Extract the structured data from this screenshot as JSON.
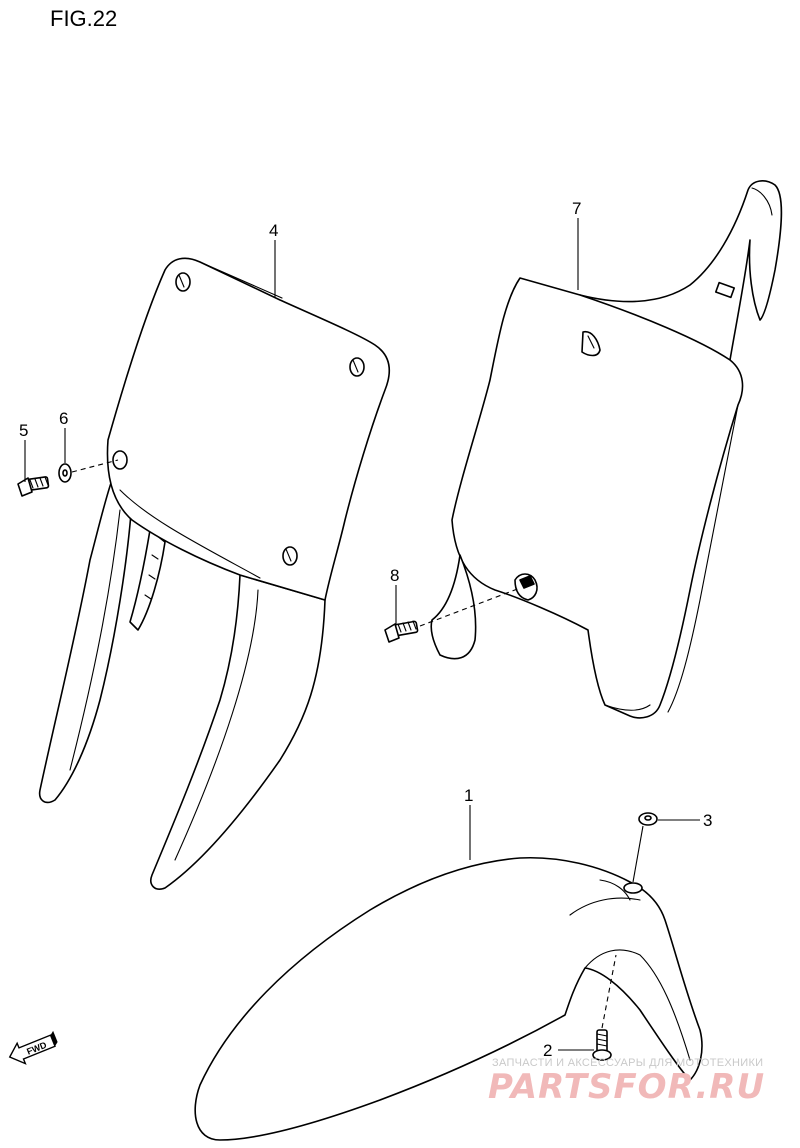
{
  "figure": {
    "title": "FIG.22"
  },
  "callouts": [
    {
      "id": "1",
      "label": "1"
    },
    {
      "id": "2",
      "label": "2"
    },
    {
      "id": "3",
      "label": "3"
    },
    {
      "id": "4",
      "label": "4"
    },
    {
      "id": "5",
      "label": "5"
    },
    {
      "id": "6",
      "label": "6"
    },
    {
      "id": "7",
      "label": "7"
    },
    {
      "id": "8",
      "label": "8"
    }
  ],
  "direction_marker": {
    "label": "FWD",
    "icon": "forward-arrow-icon"
  },
  "watermark": {
    "tagline": "ЗАПЧАСТИ И АКСЕССУАРЫ ДЛЯ МОТОТЕХНИКИ",
    "brand": "PARTSFOR.RU",
    "color": "#f1b9b9"
  },
  "colors": {
    "line": "#000000",
    "background": "#ffffff"
  }
}
